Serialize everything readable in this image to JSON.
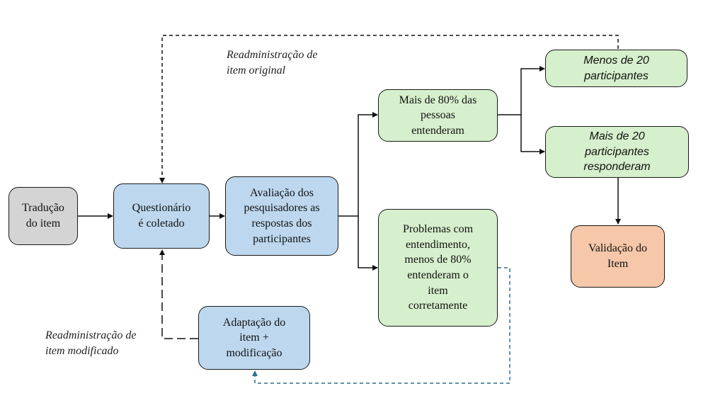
{
  "nodes": {
    "traducao": "Tradução\ndo item",
    "questionario": "Questionário\né coletado",
    "avaliacao": "Avaliação dos\npesquisadores as\nrespostas dos\nparticipantes",
    "mais80": "Mais de 80% das\npessoas\nentenderam",
    "problemas": "Problemas com\nentendimento,\nmenos de 80%\nentenderam o\nitem\ncorretamente",
    "menos20": "Menos de 20\nparticipantes",
    "mais20": "Mais de 20\nparticipantes\nresponderam",
    "validacao": "Validação do\nItem",
    "adaptacao": "Adaptação do\nitem +\nmodificação"
  },
  "labels": {
    "readmin_original": "Readministração de\nitem original",
    "readmin_modificado": "Readministração de\nitem modificado"
  },
  "colors": {
    "gray": "#d4d4d4",
    "blue": "#bdd7ee",
    "green": "#d6efcc",
    "orange": "#f6c7a9",
    "teal_dashed": "#2e6f8e"
  }
}
